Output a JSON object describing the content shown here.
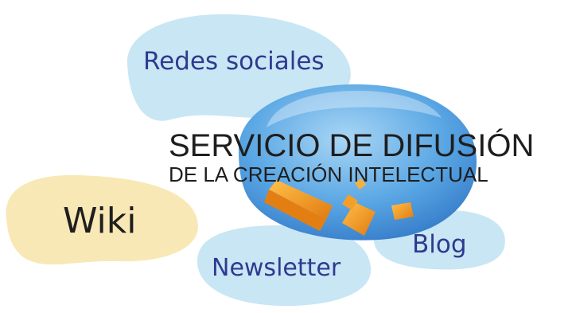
{
  "bubbles": {
    "redes_sociales": "Redes sociales",
    "wiki": "Wiki",
    "newsletter": "Newsletter",
    "blog": "Blog"
  },
  "title": {
    "line1": "SERVICIO DE DIFUSIÓN",
    "line2": "DE LA CREACIÓN INTELECTUAL"
  },
  "colors": {
    "bubble_blue": "#c9e6f4",
    "bubble_yellow": "#f8e8b6",
    "logo_blue": "#4f9fe0",
    "accent_orange": "#f39a1c",
    "label_navy": "#2f3a8f",
    "text_dark": "#1e1e1e"
  }
}
